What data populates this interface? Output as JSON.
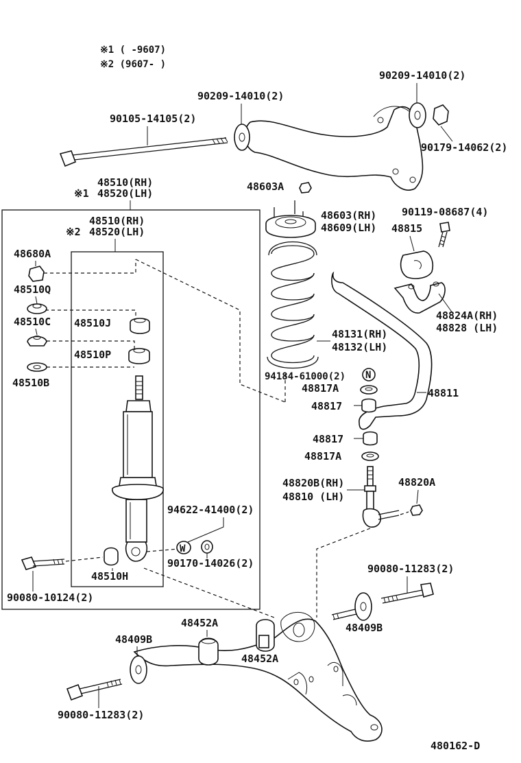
{
  "labels": {
    "note1": "※1 (     -9607)",
    "note2": "※2 (9607-     )",
    "p90209_a": "90209-14010(2)",
    "p90209_b": "90209-14010(2)",
    "p90105": "90105-14105(2)",
    "p90179": "90179-14062(2)",
    "p48510_rh_1": "48510(RH)",
    "p48520_lh_1": "48520(LH)",
    "note_mark1": "※1",
    "p48603A": "48603A",
    "p48510_rh_2": "48510(RH)",
    "p48520_lh_2": "48520(LH)",
    "note_mark2": "※2",
    "p48603_rh": "48603(RH)",
    "p48609_lh": "48609(LH)",
    "p90119": "90119-08687(4)",
    "p48815": "48815",
    "p48680A": "48680A",
    "p48510Q": "48510Q",
    "p48510C": "48510C",
    "p48510J": "48510J",
    "p48510P": "48510P",
    "p48510B": "48510B",
    "p48824A_rh": "48824A(RH)",
    "p48828_lh": "48828  (LH)",
    "p48131_rh": "48131(RH)",
    "p48132_lh": "48132(LH)",
    "p94184": "94184-61000(2)",
    "p48817A_1": "48817A",
    "p48811": "48811",
    "p48817_1": "48817",
    "p48817_2": "48817",
    "p48817A_2": "48817A",
    "p48820B_rh": "48820B(RH)",
    "p48810_lh": "48810  (LH)",
    "p48820A": "48820A",
    "p94622": "94622-41400(2)",
    "p90170": "90170-14026(2)",
    "p48510H": "48510H",
    "p90080_a": "90080-10124(2)",
    "p90080_b": "90080-11283(2)",
    "p48409B_1": "48409B",
    "p48452A_1": "48452A",
    "p48409B_2": "48409B",
    "p48452A_2": "48452A",
    "p90080_c": "90080-11283(2)",
    "fig_code": "480162-D",
    "mark_n": "N",
    "mark_w": "W"
  }
}
